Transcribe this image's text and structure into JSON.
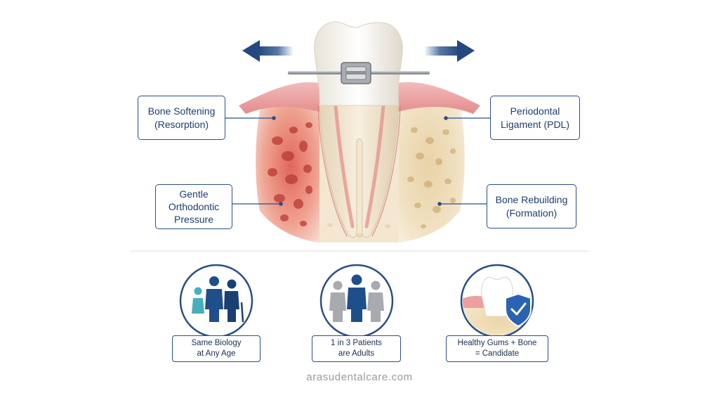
{
  "labels": {
    "bone_softening": [
      "Bone Softening",
      "(Resorption)"
    ],
    "gentle_pressure": [
      "Gentle",
      "Orthodontic",
      "Pressure"
    ],
    "pdl": [
      "Periodontal",
      "Ligament (PDL)"
    ],
    "bone_rebuilding": [
      "Bone Rebuilding",
      "(Formation)"
    ]
  },
  "stats": [
    {
      "lines": [
        "Same Biology",
        "at Any Age"
      ],
      "icon": "family-icon"
    },
    {
      "lines": [
        "1 in 3 Patients",
        "are Adults"
      ],
      "icon": "adults-icon"
    },
    {
      "lines": [
        "Healthy Gums + Bone",
        "= Candidate"
      ],
      "icon": "healthy-tooth-shield-icon"
    }
  ],
  "footer": "arasudentalcare.com",
  "colors": {
    "navy": "#1e3d6e",
    "border": "#2b4f86",
    "arrow": "#2d5590",
    "teal": "#3fa3b3",
    "gum": "#e9a3a3",
    "bone_red": "#c8473f",
    "bone_beige": "#e7cf9f"
  }
}
